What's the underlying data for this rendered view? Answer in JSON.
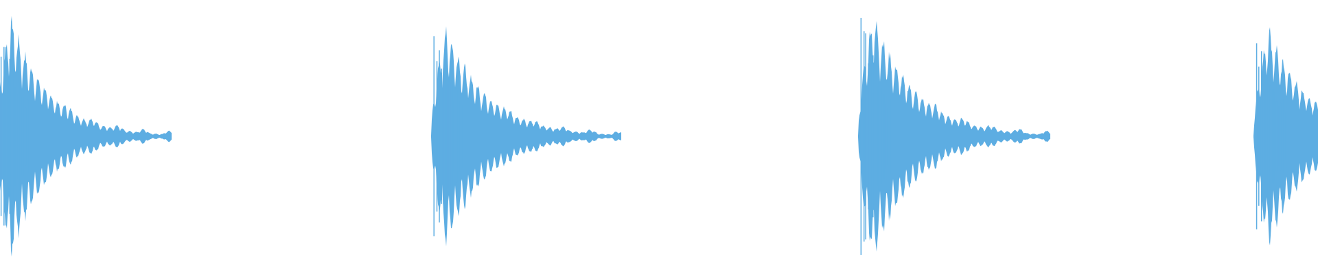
{
  "waveform": {
    "color": "#5dade2",
    "background": "#ffffff",
    "channel_count": 1,
    "clips": [
      {
        "id": "clip-1",
        "peak_amplitude": 0.96,
        "tail": true
      },
      {
        "id": "clip-2",
        "peak_amplitude": 0.88,
        "tail": true
      },
      {
        "id": "clip-3",
        "peak_amplitude": 0.99,
        "tail": true
      },
      {
        "id": "clip-4",
        "peak_amplitude": 0.87,
        "tail": false
      }
    ]
  }
}
